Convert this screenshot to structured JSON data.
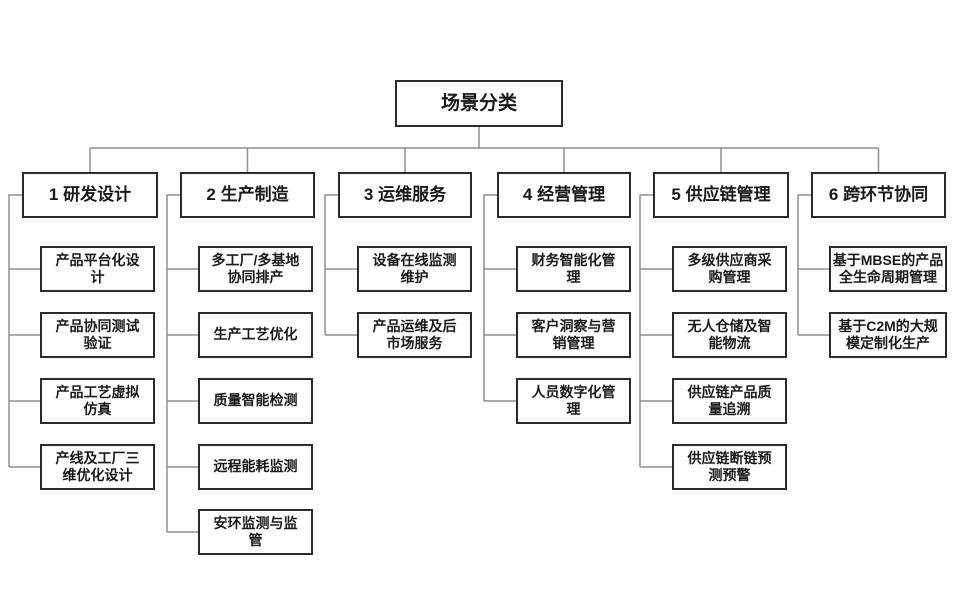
{
  "diagram": {
    "root": "场景分类",
    "columns": [
      {
        "title": "1 研发设计",
        "children": [
          "产品平台化设计",
          "产品协同测试验证",
          "产品工艺虚拟仿真",
          "产线及工厂三维优化设计"
        ]
      },
      {
        "title": "2 生产制造",
        "children": [
          "多工厂/多基地协同排产",
          "生产工艺优化",
          "质量智能检测",
          "远程能耗监测",
          "安环监测与监管"
        ]
      },
      {
        "title": "3 运维服务",
        "children": [
          "设备在线监测维护",
          "产品运维及后市场服务"
        ]
      },
      {
        "title": "4 经营管理",
        "children": [
          "财务智能化管理",
          "客户洞察与营销管理",
          "人员数字化管理"
        ]
      },
      {
        "title": "5 供应链管理",
        "children": [
          "多级供应商采购管理",
          "无人仓储及智能物流",
          "供应链产品质量追溯",
          "供应链断链预测预警"
        ]
      },
      {
        "title": "6 跨环节协同",
        "children": [
          "基于MBSE的产品全生命周期管理",
          "基于C2M的大规模定制化生产"
        ]
      }
    ],
    "colors": {
      "box_border": "#2b2b2b",
      "connector_line": "#8f8f8f",
      "text": "#1a1a1a",
      "background": "#ffffff"
    }
  }
}
